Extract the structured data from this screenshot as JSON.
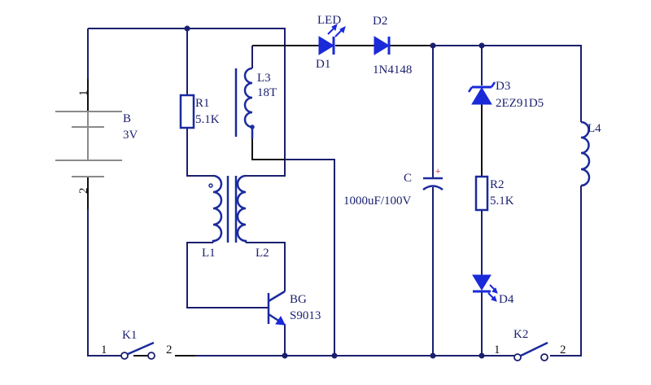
{
  "diagram": {
    "type": "circuit-schematic",
    "components": {
      "battery": {
        "ref": "B",
        "value": "3V",
        "pin1": "1",
        "pin2": "2"
      },
      "r1": {
        "ref": "R1",
        "value": "5.1K"
      },
      "l3": {
        "ref": "L3",
        "value": "18T"
      },
      "l1": {
        "ref": "L1"
      },
      "l2": {
        "ref": "L2"
      },
      "d1": {
        "ref": "D1",
        "value": "LED"
      },
      "d2": {
        "ref": "D2",
        "value": "1N4148"
      },
      "d3": {
        "ref": "D3",
        "value": "2EZ91D5"
      },
      "d4": {
        "ref": "D4"
      },
      "c": {
        "ref": "C",
        "value": "1000uF/100V",
        "polarity": "+"
      },
      "r2": {
        "ref": "R2",
        "value": "5.1K"
      },
      "l4": {
        "ref": "L4"
      },
      "bg": {
        "ref": "BG",
        "value": "S9013"
      },
      "k1": {
        "ref": "K1",
        "pin1": "1",
        "pin2": "2"
      },
      "k2": {
        "ref": "K2",
        "pin1": "1",
        "pin2": "2"
      }
    }
  }
}
